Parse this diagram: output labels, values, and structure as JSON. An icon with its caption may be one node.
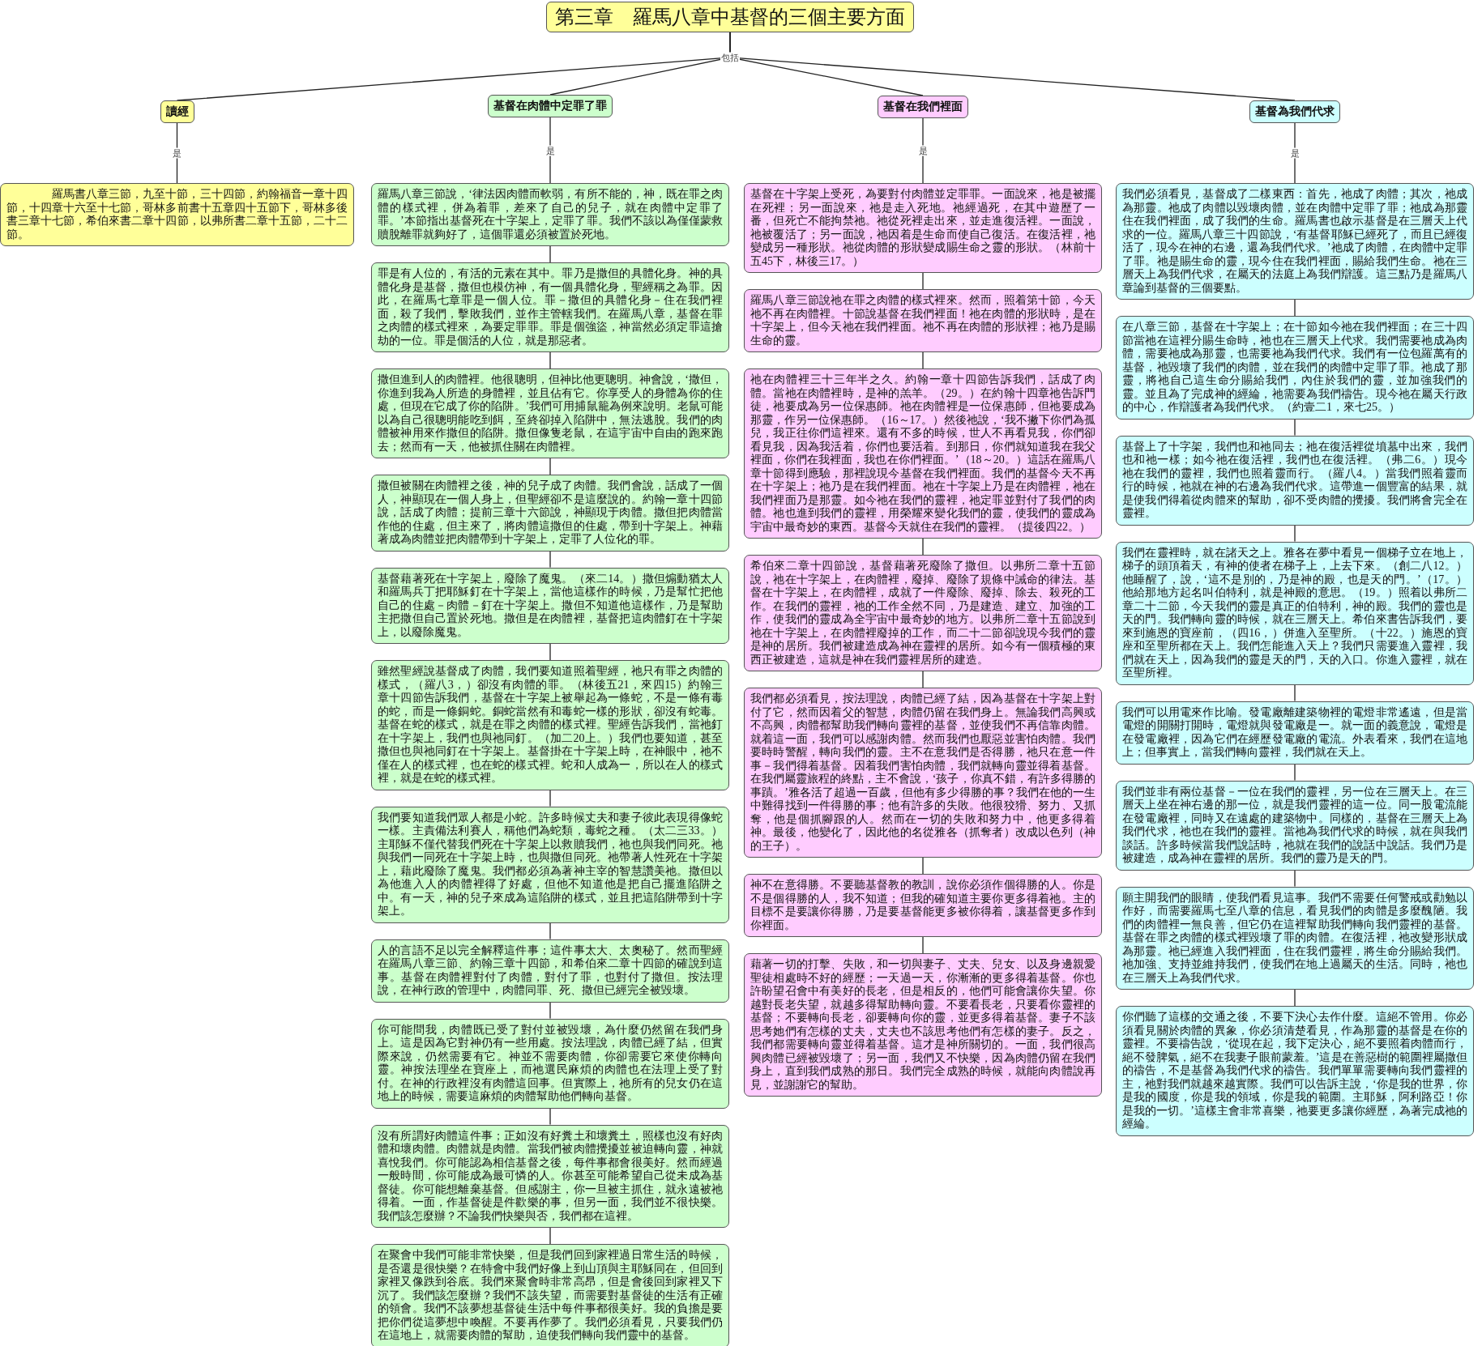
{
  "diagram": {
    "nodes": [
      {
        "text": [
          "第三章　羅馬八章中基督的三個主要方面"
        ]
      },
      {
        "text": [
          "讀經"
        ]
      },
      {
        "text": [
          "基督在肉體中定罪了罪"
        ]
      },
      {
        "text": [
          "基督在我們裡面"
        ]
      },
      {
        "text": [
          "基督為我們代求"
        ]
      },
      {
        "text": [
          "羅馬書八章三節，九至十節，三十四節，約翰福音一章十四節，十四章十六至十七節，哥林多前書十五章四十五節下，哥林多後書三章十七節，希伯來書二章十四節，以弗所書二章十五節，二十二節。"
        ]
      },
      {
        "text": [
          "羅馬八章三節說，‘律法因肉體而軟弱，有所不能的，神，既在罪之肉體的樣式裡，併為着罪，差來了自己的兒子，就在肉體中定罪了罪。’本節指出基督死在十字架上，定罪了罪。我們不該以為僅僅蒙救贖脫離罪就夠好了，這個罪還必須被置於死地。"
        ]
      },
      {
        "text": [
          "罪是有人位的，有活的元素在其中。罪乃是撒但的具體化身。神的具體化身是基督，撒但也模仿神，有一個具體化身，聖經稱之為罪。因此，在羅馬七章罪是一個人位。罪－撒但的具體化身－住在我們裡面，殺了我們，擊敗我們，並作主管轄我們。在羅馬八章，基督在罪之肉體的樣式裡來，為要定罪罪。罪是個強盜，神當然必須定罪這搶劫的一位。罪是個活的人位，就是那惡者。"
        ]
      },
      {
        "text": [
          "撒但進到人的肉體裡。他很聰明，但神比他更聰明。神會說，‘撒但，你進到我為人所造的身體裡，並且佔有它。你享受人的身體為你的住處，但現在它成了你的陷阱。’我們可用捕鼠籠為例來說明。老鼠可能以為自己很聰明能吃到餌，至終卻掉入陷阱中，無法逃脫。我們的肉體被神用來作撒但的陷阱。撒但像隻老鼠，在這宇宙中自由的跑來跑去；然而有一天，他被抓住關在肉體裡。"
        ]
      },
      {
        "text": [
          "撒但被關在肉體裡之後，神的兒子成了肉體。我們會說，話成了一個人，神顯現在一個人身上，但聖經卻不是這麼說的。約翰一章十四節說，話成了肉體；提前三章十六節說，神顯現于肉體。撒但把肉體當作他的住處，但主來了，將肉體這撒但的住處，帶到十字架上。神藉著成為肉體並把肉體帶到十字架上，定罪了人位化的罪。"
        ]
      },
      {
        "text": [
          "基督藉著死在十字架上，廢除了魔鬼。（來二14。）撒但煽動猶太人和羅馬兵丁把耶穌釘在十字架上，當他這樣作的時候，乃是幫忙把他自己的住處－肉體－釘在十字架上。撒但不知道他這樣作，乃是幫助主把撒但自己置於死地。撒但是在肉體裡，基督把這肉體釘在十字架上，以廢除魔鬼。"
        ]
      },
      {
        "text": [
          "雖然聖經說基督成了肉體，我們要知道照着聖經，祂只有罪之肉體的樣式，（羅八3，）卻沒有肉體的罪。（林後五21，來四15）約翰三章十四節告訴我們，基督在十字架上被舉起為一條蛇，不是一條有毒的蛇，而是一條銅蛇。銅蛇當然有和毒蛇一樣的形狀，卻沒有蛇毒。基督在蛇的樣式，就是在罪之肉體的樣式裡。聖經告訴我們，當祂釘在十字架上，我們也與祂同釘。（加二20上。）我們也要知道，甚至撒但也與祂同釘在十字架上。基督掛在十字架上時，在神眼中，祂不僅在人的樣式裡，也在蛇的樣式裡。蛇和人成為一，所以在人的樣式裡，就是在蛇的樣式裡。"
        ]
      },
      {
        "text": [
          "我們要知道我們眾人都是小蛇。許多時候丈夫和妻子彼此表現得像蛇一樣。主責備法利賽人，稱他們為蛇類，毒蛇之種。（太二三33。）主耶穌不僅代替我們死在十字架上以救贖我們，祂也與我們同死。祂與我們一同死在十字架上時，也與撒但同死。祂帶著人性死在十字架上，藉此廢除了魔鬼。我們都必須為著神主宰的智慧讚美祂。撒但以為他進入人的肉體裡得了好處，但他不知道他是把自己擺進陷阱之中。有一天，神的兒子來成為這陷阱的樣式，並且把這陷阱帶到十字架上。"
        ]
      },
      {
        "text": [
          "人的言語不足以完全解釋這件事；這件事太大、太奧秘了。然而聖經在羅馬八章三節、約翰三章十四節，和希伯來二章十四節的確說到這事。基督在肉體裡對付了肉體，對付了罪，也對付了撒但。按法理說，在神行政的管理中，肉體同罪、死、撒但已經完全被毀壞。"
        ]
      },
      {
        "text": [
          "你可能問我，肉體既已受了對付並被毀壞，為什麼仍然留在我們身上。這是因為它對神仍有一些用處。按法理說，肉體已經了結，但實際來說，仍然需要有它。神並不需要肉體，你卻需要它來使你轉向靈。神按法理坐在寶座上，而祂選民麻煩的肉體也在法理上受了對付。在神的行政裡沒有肉體這回事。但實際上，祂所有的兒女仍在這地上的時候，需要這麻煩的肉體幫助他們轉向基督。"
        ]
      },
      {
        "text": [
          "沒有所謂好肉體這件事；正如沒有好糞土和壞糞土，照樣也沒有好肉體和壞肉體。肉體就是肉體。當我們被肉體攪擾並被迫轉向靈，神就喜悅我們。你可能認為相信基督之後，每件事都會很美好。然而經過一般時間，你可能成為最可憐的人。你甚至可能希望自己從未成為基督徒。你可能想離棄基督。但感謝主，你一旦被主抓住，就永遠被祂得着。一面，作基督徒是件歡樂的事，但另一面，我們並不很快樂。我們該怎麼辦？不論我們快樂與否，我們都在這裡。"
        ]
      },
      {
        "text": [
          "在聚會中我們可能非常快樂，但是我們回到家裡過日常生活的時候，是否還是很快樂？在特會中我們好像上到山頂與主耶穌同在，但回到家裡又像跌到谷底。我們來聚會時非常高昂，但是會後回到家裡又下沉了。我們該怎麼辦？我們不該失望，而需要對基督徒的生活有正確的領會。我們不該夢想基督徒生活中每件事都很美好。我的負擔是要把你們從這夢想中喚醒。不要再作夢了。我們必須看見，只要我們仍在這地上，就需要肉體的幫助，迫使我們轉向我們靈中的基督。"
        ]
      },
      {
        "text": [
          "基督在十字架上受死，為要對付肉體並定罪罪。一面說來，祂是被擺在死裡；另一面說來，祂是走入死地。祂經過死，在其中遊歷了一番，但死亡不能拘禁祂。祂從死裡走出來，並走進復活裡。一面說，祂被覆活了；另一面說，祂因着是生命而使自己復活。在復活裡，祂變成另一種形狀。祂從肉體的形狀變成賜生命之靈的形狀。（林前十五45下，林後三17。）"
        ]
      },
      {
        "text": [
          "羅馬八章三節說祂在罪之肉體的樣式裡來。然而，照着第十節，今天祂不再在肉體裡。十節說基督在我們裡面！祂在肉體的形狀時，是在十字架上，但今天祂在我們裡面。祂不再在肉體的形狀裡；祂乃是賜生命的靈。"
        ]
      },
      {
        "text": [
          "祂在肉體裡三十三年半之久。約翰一章十四節告訴我們，話成了肉體。當祂在肉體裡時，是神的羔羊。（29。）在約翰十四章祂告訴門徒，祂要成為另一位保惠師。祂在肉體裡是一位保惠師，但祂要成為那靈，作另一位保惠師。（16～17。）然後祂說，‘我不撇下你們為孤兒，我正往你們這裡來。還有不多的時候，世人不再看見我，你們卻看見我，因為我活着，你們也要活着。到那日，你們就知道我在我父裡面，你們在我裡面，我也在你們裡面。’（18～20。）這話在羅馬八章十節得到應驗，那裡說現今基督在我們裡面。我們的基督今天不再在十字架上；祂乃是在我們裡面。祂在十字架上乃是在肉體裡，祂在我們裡面乃是那靈。如今祂在我們的靈裡，祂定罪並對付了我們的肉體。祂也進到我們的靈裡，用榮耀來變化我們的靈，使我們的靈成為宇宙中最奇妙的東西。基督今天就住在我們的靈裡。（提後四22。）"
        ]
      },
      {
        "text": [
          "希伯來二章十四節說，基督藉著死廢除了撒但。以弗所二章十五節說，祂在十字架上，在肉體裡，廢掉、廢除了規條中誡命的律法。基督在十字架上，在肉體裡，成就了一件廢除、廢掉、除去、殺死的工作。在我們的靈裡，祂的工作全然不同，乃是建造、建立、加強的工作，使我們的靈成為全宇宙中最奇妙的地方。以弗所二章十五節說到祂在十字架上，在肉體裡廢掉的工作，而二十二節卻說現今我們的靈是神的居所。我們被建造成為神在靈裡的居所。如今有一個積極的東西正被建造，這就是神在我們靈裡居所的建造。"
        ]
      },
      {
        "text": [
          "我們都必須看見，按法理說，肉體已經了結，因為基督在十字架上對付了它，然而因着父的智慧，肉體仍留在我們身上。無論我們高興或不高興，肉體都幫助我們轉向靈裡的基督，並使我們不再信靠肉體。就着這一面，我們可以感謝肉體。然而我們也厭惡並害怕肉體。我們要時時警醒，轉向我們的靈。主不在意我們是否得勝，祂只在意一件事－我們得着基督。因着我們害怕肉體，我們就轉向靈並得着基督。在我們屬靈旅程的終點，主不會說，‘孩子，你真不錯，有許多得勝的事蹟。’雅各活了超過一百歲，但他有多少得勝的事？我們在他的一生中難得找到一件得勝的事；他有許多的失敗。他很狡猾、努力、又抓奪，他是個抓腳跟的人。然而在一切的失敗和努力中，他更多得着神。最後，他變化了，因此他的名從雅各（抓奪者）改成以色列（神的王子）。"
        ]
      },
      {
        "text": [
          "神不在意得勝。不要聽基督教的教訓，說你必須作個得勝的人。你是不是個得勝的人，我不知道；但我的確知道主要你更多得着祂。主的目標不是要讓你得勝，乃是要基督能更多被你得着，讓基督更多作到你裡面。"
        ]
      },
      {
        "text": [
          "藉著一切的打擊、失敗，和一切與妻子、丈夫、兒女、以及身邊親愛聖徒相處時不好的經歷；一天過一天，你漸漸的更多得着基督。你也許盼望召會中有美好的長老，但是相反的，他們可能會讓你失望。你越對長老失望，就越多得幫助轉向靈。不要看長老，只要看你靈裡的基督；不要轉向長老，卻要轉向你的靈，並更多得着基督。妻子不該思考她們有怎樣的丈夫，丈夫也不該思考他們有怎樣的妻子。反之，我們都需要轉向靈並得着基督。這才是神所關切的。一面，我們很高興肉體已經被毀壞了；另一面，我們又不快樂，因為肉體仍留在我們身上，直到我們成熟的那日。我們完全成熟的時候，就能向肉體說再見，並謝謝它的幫助。"
        ]
      },
      {
        "text": [
          "我們必須看見，基督成了二樣東西：首先，祂成了肉體；其次，祂成為那靈。祂成了肉體以毀壞肉體，並在肉體中定罪了罪；祂成為那靈住在我們裡面，成了我們的生命。羅馬書也啟示基督是在三層天上代求的一位。羅馬八章三十四節說，‘有基督耶穌已經死了，而且已經復活了，現今在神的右邊，還為我們代求。’祂成了肉體，在肉體中定罪了罪。祂是賜生命的靈，現今住在我們裡面，賜給我們生命。祂在三層天上為我們代求，在屬天的法庭上為我們辯護。這三點乃是羅馬八章論到基督的三個要點。"
        ]
      },
      {
        "text": [
          "在八章三節，基督在十字架上；在十節如今祂在我們裡面；在三十四節當祂在這裡分賜生命時，祂也在三層天上代求。我們需要祂成為肉體，需要祂成為那靈，也需要祂為我們代求。我們有一位包羅萬有的基督，祂毀壞了我們的肉體，並在我們的肉體中定罪了罪。祂成了那靈，將祂自己這生命分賜給我們，內住於我們的靈，並加強我們的靈。並且為了完成神的經綸，祂需要為我們禱告。現今祂在屬天行政的中心，作辯護者為我們代求。（約壹二1，來七25。）"
        ]
      },
      {
        "text": [
          "基督上了十字架，我們也和祂同去；祂在復活裡從墳墓中出來，我們也和祂一樣；如今祂在復活裡，我們也在復活裡。（弗二6。）現今祂在我們的靈裡，我們也照着靈而行。（羅八4。）當我們照着靈而行的時候，祂就在神的右邊為我們代求。這帶進一個豐富的結果，就是使我們得着從肉體來的幫助，卻不受肉體的攪擾。我們將會完全在靈裡。"
        ]
      },
      {
        "text": [
          "我們在靈裡時，就在諸天之上。雅各在夢中看見一個梯子立在地上，梯子的頭頂着天，有神的使者在梯子上，上去下來。（創二八12。）他睡醒了，說，‘這不是別的，乃是神的殿，也是天的門。’（17。）他給那地方起名叫伯特利，就是神殿的意思。（19。）照着以弗所二章二十二節，今天我們的靈是真正的伯特利，神的殿。我們的靈也是天的門。我們轉向靈的時候，就在三層天上。希伯來書告訴我們，要來到施恩的寶座前，（四16，）併進入至聖所。（十22。）施恩的寶座和至聖所都在天上。我們怎能進入天上？我們只需要進入靈裡，我們就在天上，因為我們的靈是天的門，天的入口。你進入靈裡，就在至聖所裡。"
        ]
      },
      {
        "text": [
          "我們可以用電來作比喻。發電廠離建築物裡的電燈非常遙遠，但是當電燈的開關打開時，電燈就與發電廠是一。就一面的義意說，電燈是在發電廠裡，因為它們在經歷發電廠的電流。外表看來，我們在這地上；但事實上，當我們轉向靈裡，我們就在天上。"
        ]
      },
      {
        "text": [
          "我們並非有兩位基督－一位在我們的靈裡，另一位在三層天上。在三層天上坐在神右邊的那一位，就是我們靈裡的這一位。同一股電流能在發電廠裡，同時又在遠處的建築物中。同樣的，基督在三層天上為我們代求，祂也在我們的靈裡。當祂為我們代求的時候，就在與我們談話。許多時候當我們說話時，祂就在我們的說話中說話。我們乃是被建造，成為神在靈裡的居所。我們的靈乃是天的門。"
        ]
      },
      {
        "text": [
          "願主開我們的眼睛，使我們看見這事。我們不需要任何警戒或勸勉以作好，而需要羅馬七至八章的信息，看見我們的肉體是多麼醜陋。我們的肉體裡一無良善，但它仍在這裡幫助我們轉向我們靈裡的基督。基督在罪之肉體的樣式裡毀壞了罪的肉體。在復活裡，祂改變形狀成為那靈。祂已經進入我們裡面，住在我們靈裡，將生命分賜給我們。祂加強、支持並維持我們，使我們在地上過屬天的生活。同時，祂也在三層天上為我們代求。"
        ]
      },
      {
        "text": [
          "你們聽了這樣的交通之後，不要下決心去作什麼。這絕不管用。你必須看見關於肉體的異象，你必須清楚看見，作為那靈的基督是在你的靈裡。不要禱告說，‘從現在起，我下定決心，絕不要照着肉體而行，絕不發脾氣，絕不在我妻子眼前蒙羞。’這是在善惡樹的範圍裡屬撒但的禱告，不是基督為我們代求的禱告。我們單單需要轉向我們靈裡的主，祂對我們就越來越實際。我們可以告訴主說，‘你是我的世界，你是我的國度，你是我的領域，你是我的範圍。主耶穌，阿利路亞！你是我的一切。’這樣主會非常喜樂，祂要更多讓你經歷，為著完成祂的經綸。"
        ]
      }
    ],
    "edges": [
      {
        "from": 0,
        "to": 1,
        "arrow": "none",
        "label": "包括"
      },
      {
        "from": 0,
        "to": 2,
        "arrow": "none"
      },
      {
        "from": 0,
        "to": 3,
        "arrow": "none"
      },
      {
        "from": 0,
        "to": 4,
        "arrow": "none"
      },
      {
        "from": 1,
        "to": 5,
        "arrow": "none",
        "label": "是"
      },
      {
        "from": 2,
        "to": 6,
        "arrow": "none",
        "label": "是"
      },
      {
        "from": 3,
        "to": 17,
        "arrow": "none",
        "label": "是"
      },
      {
        "from": 4,
        "to": 24,
        "arrow": "none",
        "label": "是"
      },
      {
        "from": 6,
        "to": 7,
        "arrow": "none"
      },
      {
        "from": 7,
        "to": 8,
        "arrow": "none"
      },
      {
        "from": 8,
        "to": 9,
        "arrow": "none"
      },
      {
        "from": 9,
        "to": 10,
        "arrow": "none"
      },
      {
        "from": 10,
        "to": 11,
        "arrow": "none"
      },
      {
        "from": 11,
        "to": 12,
        "arrow": "none"
      },
      {
        "from": 12,
        "to": 13,
        "arrow": "none"
      },
      {
        "from": 13,
        "to": 14,
        "arrow": "none"
      },
      {
        "from": 14,
        "to": 15,
        "arrow": "none"
      },
      {
        "from": 15,
        "to": 16,
        "arrow": "none"
      },
      {
        "from": 17,
        "to": 18,
        "arrow": "none"
      },
      {
        "from": 18,
        "to": 19,
        "arrow": "none"
      },
      {
        "from": 19,
        "to": 20,
        "arrow": "none"
      },
      {
        "from": 20,
        "to": 21,
        "arrow": "none"
      },
      {
        "from": 21,
        "to": 22,
        "arrow": "none"
      },
      {
        "from": 22,
        "to": 23,
        "arrow": "none"
      },
      {
        "from": 24,
        "to": 25,
        "arrow": "none"
      },
      {
        "from": 25,
        "to": 26,
        "arrow": "none"
      },
      {
        "from": 26,
        "to": 27,
        "arrow": "none"
      },
      {
        "from": 27,
        "to": 28,
        "arrow": "none"
      },
      {
        "from": 28,
        "to": 29,
        "arrow": "none"
      },
      {
        "from": 29,
        "to": 30,
        "arrow": "none"
      },
      {
        "from": 30,
        "to": 31,
        "arrow": "none"
      }
    ]
  }
}
